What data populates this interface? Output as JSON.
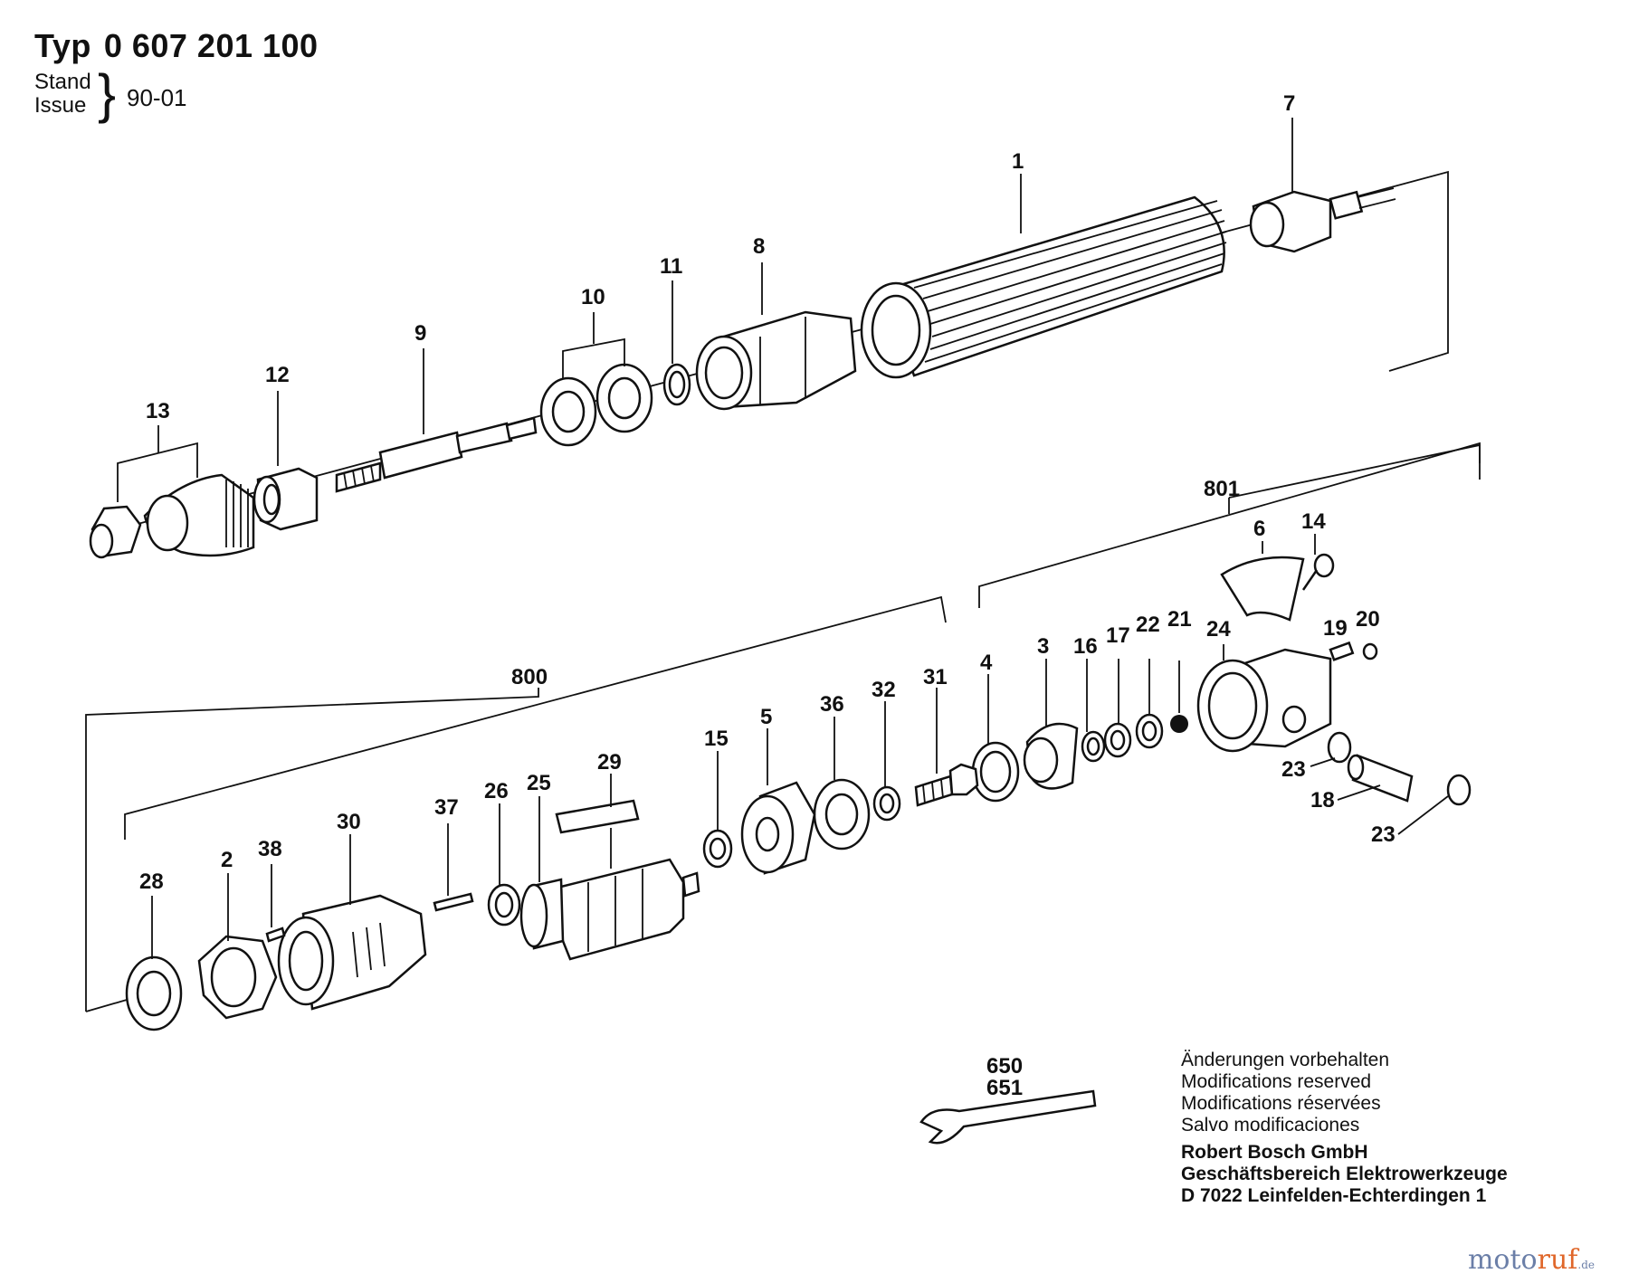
{
  "header": {
    "typ_label": "Typ",
    "code": "0 607 201 100",
    "stand_label": "Stand",
    "issue_label": "Issue",
    "stand_value": "90-01"
  },
  "callouts": {
    "p1": "1",
    "p7": "7",
    "p8": "8",
    "p11": "11",
    "p10": "10",
    "p9": "9",
    "p12": "12",
    "p13": "13",
    "g801": "801",
    "p6": "6",
    "p14": "14",
    "g800": "800",
    "p4": "4",
    "p3": "3",
    "p16": "16",
    "p17": "17",
    "p22": "22",
    "p21": "21",
    "p24": "24",
    "p19": "19",
    "p20": "20",
    "p31": "31",
    "p32": "32",
    "p36": "36",
    "p5": "5",
    "p15": "15",
    "p29": "29",
    "p25": "25",
    "p26": "26",
    "p37": "37",
    "p30": "30",
    "p38": "38",
    "p2": "2",
    "p28": "28",
    "p23a": "23",
    "p18": "18",
    "p23b": "23",
    "p650": "650",
    "p651": "651"
  },
  "notes": [
    "Änderungen vorbehalten",
    "Modifications reserved",
    "Modifications réservées",
    "Salvo modificaciones"
  ],
  "company": [
    "Robert Bosch GmbH",
    "Geschäftsbereich Elektrowerkzeuge",
    "D 7022 Leinfelden-Echterdingen 1"
  ],
  "watermark": {
    "main_a": "moto",
    "main_b": "ruf",
    "suffix": ".de"
  },
  "colors": {
    "ink": "#111111",
    "watermark_blue": "#6b7fa8",
    "watermark_orange": "#e0672a"
  }
}
